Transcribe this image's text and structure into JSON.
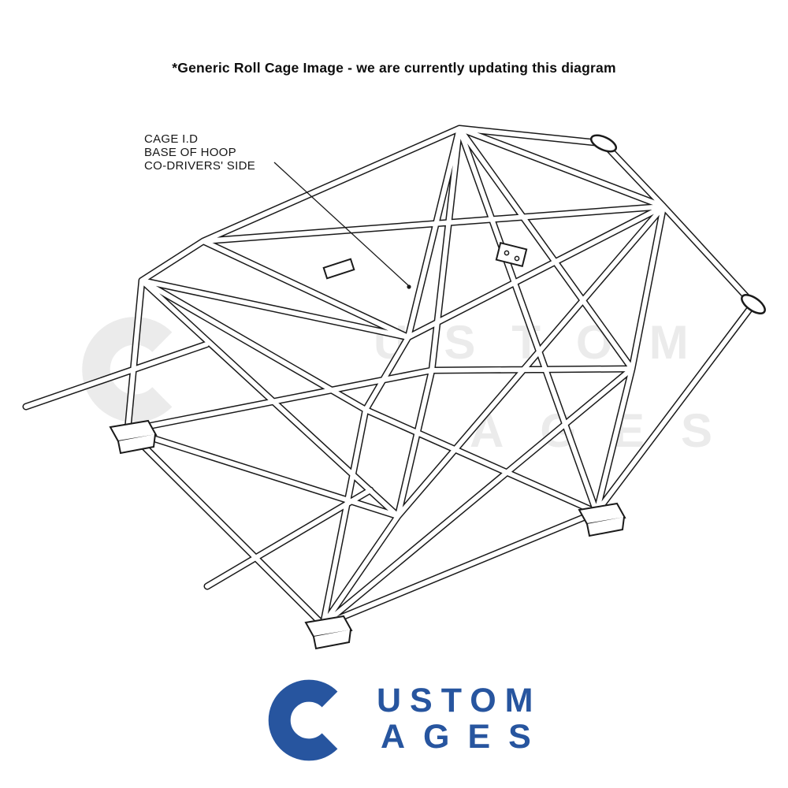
{
  "header": {
    "disclaimer": "*Generic Roll Cage Image - we are currently updating this diagram"
  },
  "annotation": {
    "line1": "CAGE I.D",
    "line2": "BASE OF HOOP",
    "line3": "CO-DRIVERS' SIDE"
  },
  "watermark": {
    "word1": "USTOM",
    "word2": "AGES",
    "color": "#ebebeb"
  },
  "logo": {
    "word1": "USTOM",
    "word2": "AGES",
    "accent_color": "#27559f"
  }
}
